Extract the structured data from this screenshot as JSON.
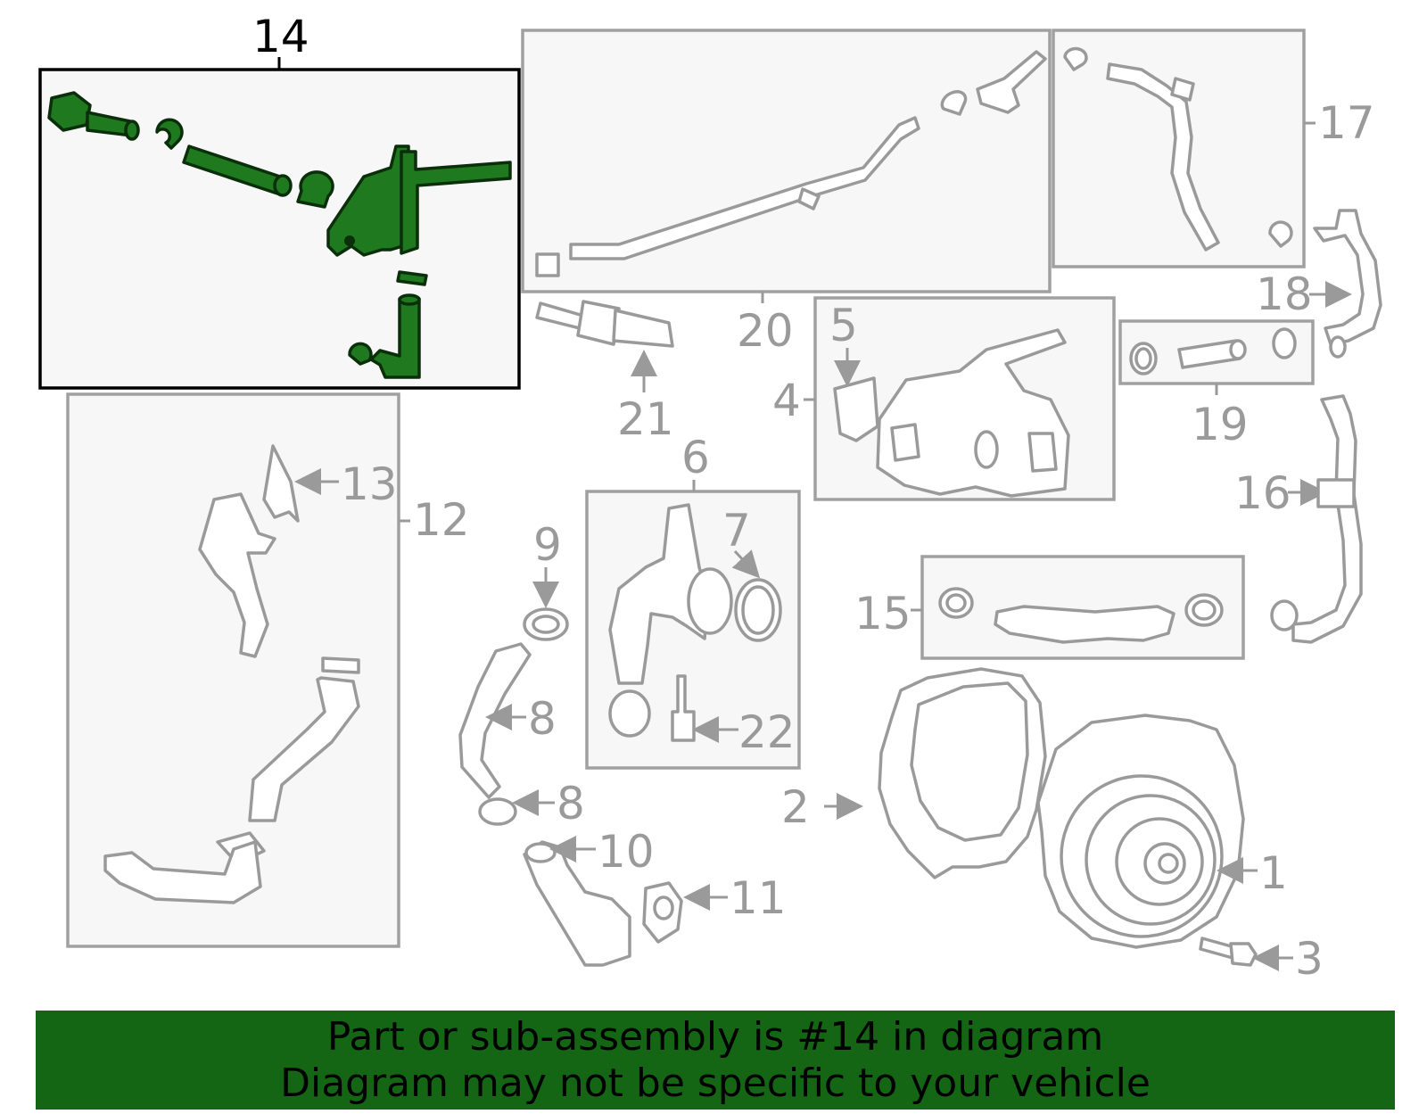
{
  "callouts": {
    "c1": "1",
    "c2": "2",
    "c3": "3",
    "c4": "4",
    "c5": "5",
    "c6": "6",
    "c7": "7",
    "c8a": "8",
    "c8b": "8",
    "c9": "9",
    "c10": "10",
    "c11": "11",
    "c12": "12",
    "c13": "13",
    "c14": "14",
    "c15": "15",
    "c16": "16",
    "c17": "17",
    "c18": "18",
    "c19": "19",
    "c20": "20",
    "c21": "21",
    "c22": "22"
  },
  "highlight": {
    "part_number": "14",
    "color": "#1f7a1f"
  },
  "colors": {
    "banner_bg": "#146614",
    "part_stroke": "#9a9a9a",
    "box_fill": "#f7f7f7"
  },
  "banner": {
    "line1": "Part or sub-assembly is #14 in diagram",
    "line2": "Diagram may not be specific to your vehicle"
  }
}
